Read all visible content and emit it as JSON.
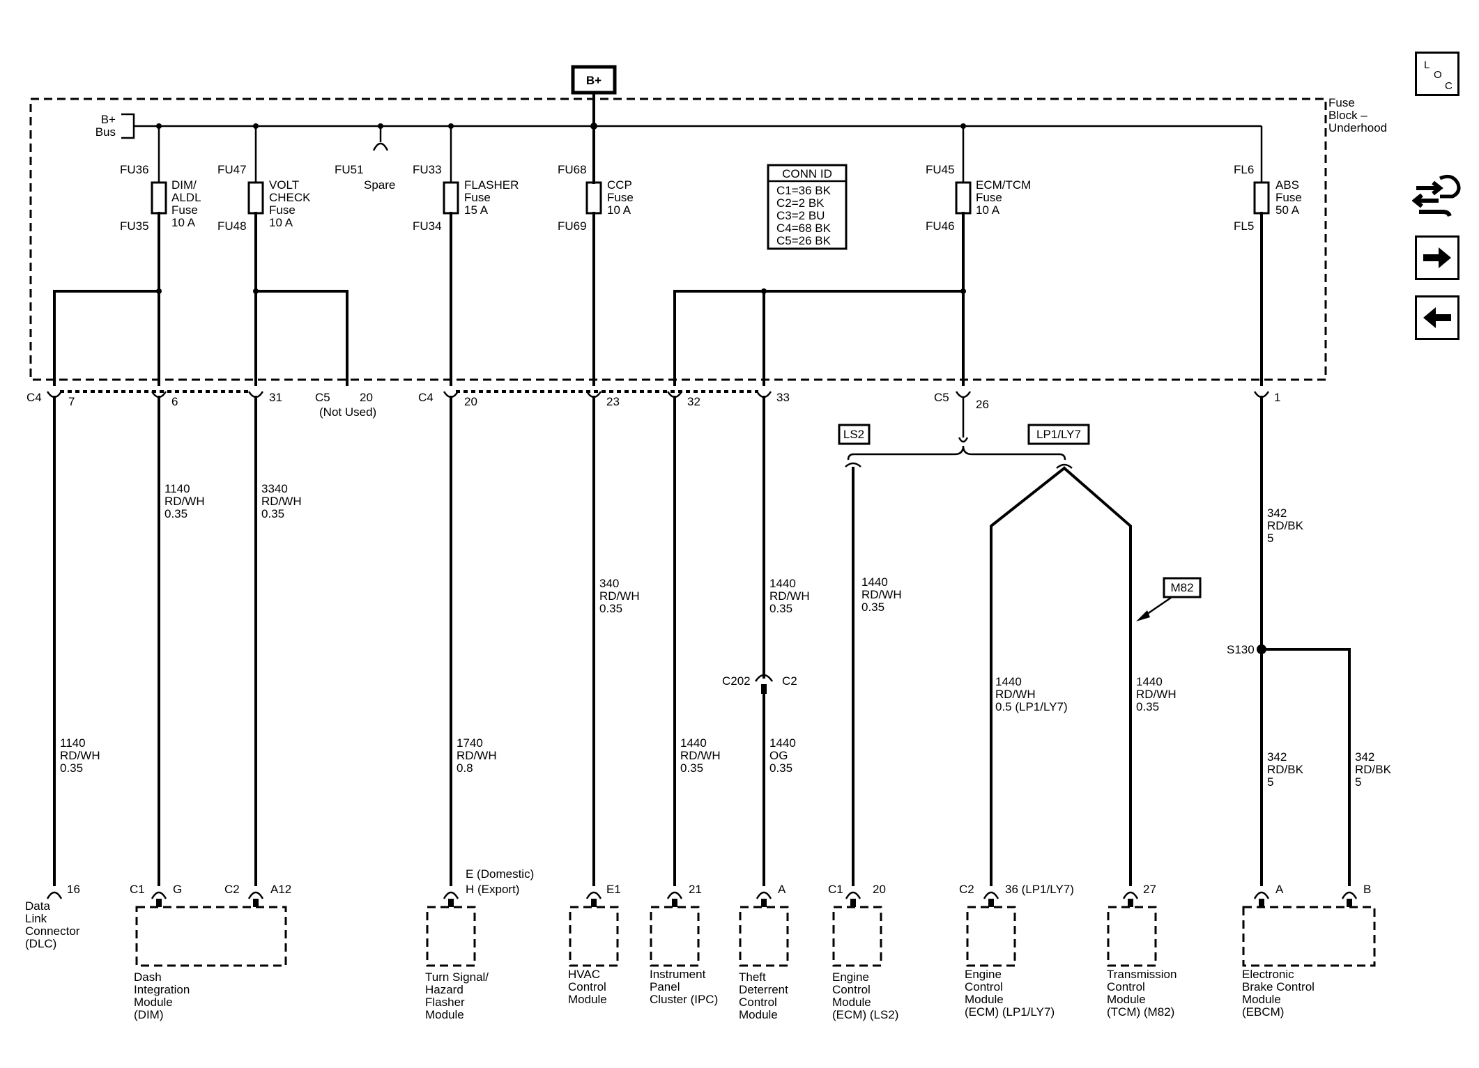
{
  "bplus": "B+",
  "fuse_block": [
    "Fuse",
    "Block –",
    "Underhood"
  ],
  "bus": [
    "B+",
    "Bus"
  ],
  "fuses": {
    "fu36": "FU36",
    "fu35": "FU35",
    "dim": [
      "DIM/",
      "ALDL",
      "Fuse",
      "10 A"
    ],
    "fu47": "FU47",
    "fu48": "FU48",
    "volt": [
      "VOLT",
      "CHECK",
      "Fuse",
      "10 A"
    ],
    "fu51": "FU51",
    "spare": "Spare",
    "fu33": "FU33",
    "fu34": "FU34",
    "flasher": [
      "FLASHER",
      "Fuse",
      "15 A"
    ],
    "fu68": "FU68",
    "fu69": "FU69",
    "ccp": [
      "CCP",
      "Fuse",
      "10 A"
    ],
    "fu45": "FU45",
    "fu46": "FU46",
    "ecm": [
      "ECM/TCM",
      "Fuse",
      "10 A"
    ],
    "fl6": "FL6",
    "fl5": "FL5",
    "abs": [
      "ABS",
      "Fuse",
      "50 A"
    ]
  },
  "conn_id": {
    "title": "CONN ID",
    "rows": [
      "C1=36 BK",
      "C2=2 BK",
      "C3=2 BU",
      "C4=68 BK",
      "C5=26 BK"
    ]
  },
  "connectors": {
    "c4a": "C4",
    "p7": "7",
    "p6": "6",
    "p31": "31",
    "c5a": "C5",
    "p20a": "20",
    "not_used": "(Not Used)",
    "c4b": "C4",
    "p20b": "20",
    "p23": "23",
    "p32": "32",
    "p33": "33",
    "c5b": "C5",
    "p26": "26",
    "p1": "1"
  },
  "options": {
    "ls2": "LS2",
    "lp1": "LP1/LY7",
    "m82": "M82"
  },
  "wires": {
    "w1140a": [
      "1140",
      "RD/WH",
      "0.35"
    ],
    "w3340": [
      "3340",
      "RD/WH",
      "0.35"
    ],
    "w340": [
      "340",
      "RD/WH",
      "0.35"
    ],
    "w1440a": [
      "1440",
      "RD/WH",
      "0.35"
    ],
    "w1440b": [
      "1440",
      "RD/WH",
      "0.35"
    ],
    "w342a": [
      "342",
      "RD/BK",
      "5"
    ],
    "w1440c": [
      "1440",
      "RD/WH",
      "0.5 (LP1/LY7)"
    ],
    "w1440d": [
      "1440",
      "RD/WH",
      "0.35"
    ],
    "w1140b": [
      "1140",
      "RD/WH",
      "0.35"
    ],
    "w1740": [
      "1740",
      "RD/WH",
      "0.8"
    ],
    "w1440e": [
      "1440",
      "RD/WH",
      "0.35"
    ],
    "w1440f": [
      "1440",
      "OG",
      "0.35"
    ],
    "w342b": [
      "342",
      "RD/BK",
      "5"
    ],
    "w342c": [
      "342",
      "RD/BK",
      "5"
    ]
  },
  "splices": {
    "c202": "C202",
    "c2": "C2",
    "s130": "S130"
  },
  "pins": {
    "p16": "16",
    "c1g": "C1",
    "g": "G",
    "c2a12": "C2",
    "a12": "A12",
    "e_dom": "E (Domestic)",
    "h_exp": "H (Export)",
    "e1": "E1",
    "p21": "21",
    "pa": "A",
    "c1_20": "C1",
    "p20c": "20",
    "c2_36": "C2",
    "p36": "36 (LP1/LY7)",
    "p27": "27",
    "ebcm_a": "A",
    "ebcm_b": "B"
  },
  "modules": {
    "dlc": [
      "Data",
      "Link",
      "Connector",
      "(DLC)"
    ],
    "dim": [
      "Dash",
      "Integration",
      "Module",
      "(DIM)"
    ],
    "flasher": [
      "Turn Signal/",
      "Hazard",
      "Flasher",
      "Module"
    ],
    "hvac": [
      "HVAC",
      "Control",
      "Module"
    ],
    "ipc": [
      "Instrument",
      "Panel",
      "Cluster (IPC)"
    ],
    "theft": [
      "Theft",
      "Deterrent",
      "Control",
      "Module"
    ],
    "ecm_ls2": [
      "Engine",
      "Control",
      "Module",
      "(ECM) (LS2)"
    ],
    "ecm_lp1": [
      "Engine",
      "Control",
      "Module",
      "(ECM) (LP1/LY7)"
    ],
    "tcm": [
      "Transmission",
      "Control",
      "Module",
      "(TCM) (M82)"
    ],
    "ebcm": [
      "Electronic",
      "Brake Control",
      "Module",
      "(EBCM)"
    ]
  },
  "nav": {
    "loc": [
      "L",
      "O",
      "C"
    ],
    "next": "➜",
    "prev": "🡐"
  }
}
